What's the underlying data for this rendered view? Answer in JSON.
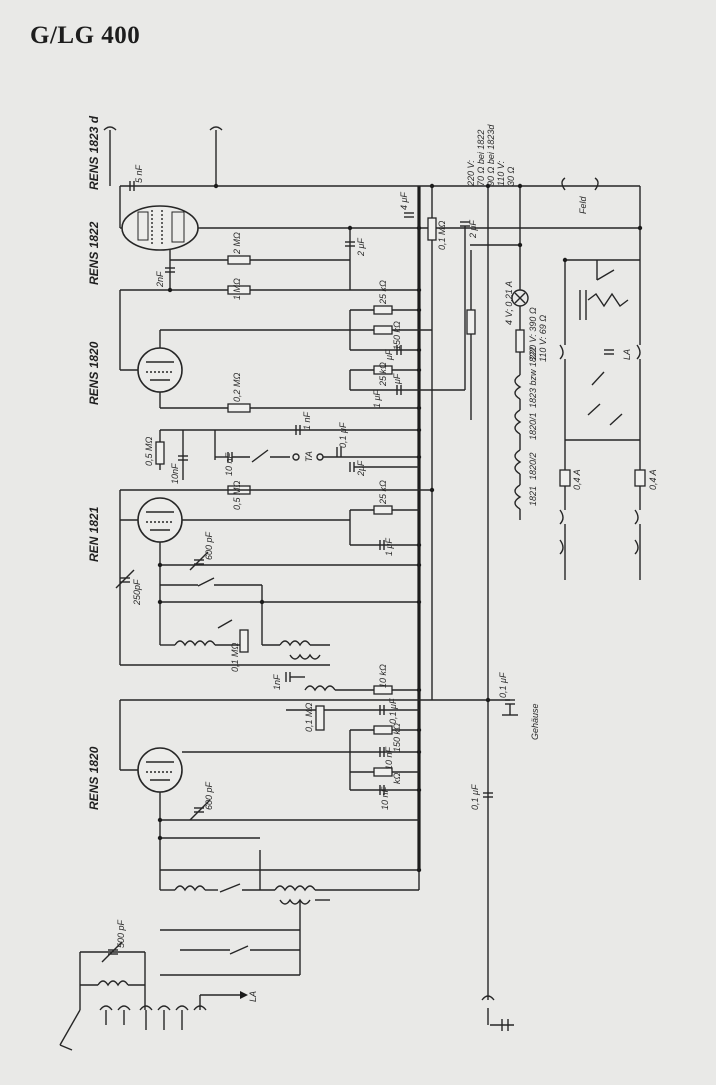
{
  "title": "G/LG 400",
  "tubes": [
    "RENS 1823 d",
    "RENS 1822",
    "RENS 1820",
    "REN 1821",
    "RENS 1820"
  ],
  "supply": {
    "voltages": [
      "220 V:",
      "70 Ω bei 1822",
      "90 Ω bei 1823d",
      "110 V:",
      "30 Ω"
    ],
    "lamp": "4 V; 0,21 A",
    "series_resistor": [
      "220 V: 390 Ω",
      "110 V: 69 Ω"
    ],
    "heaters": [
      "1823 bzw 1822",
      "1820/1",
      "1820/2",
      "1821"
    ],
    "fuses": [
      "0,4 A",
      "0,4 A"
    ],
    "field": "Feld",
    "chassis": "Gehäuse",
    "la_top": "LA",
    "la_bottom": "LA"
  },
  "component_labels": {
    "c_5nF": "5 nF",
    "c_2nF": "2nF",
    "r_2M": "2 MΩ",
    "c_2uF_a": "2 μF",
    "c_4uF": "4 μF",
    "r_01M_a": "0,1 MΩ",
    "c_2uF_b": "2 μF",
    "r_1M": "1 MΩ",
    "r_25k_a": "25 kΩ",
    "r_150k_a": "150 kΩ",
    "c_uF_a": "μF",
    "r_25k_b": "25 kΩ",
    "c_uF_b": "μF",
    "c_1uF_a": "1 μF",
    "r_02M": "0,2 MΩ",
    "r_05M": "0,5 MΩ",
    "c_10nF_a": "10nF",
    "c_10nF_b": "10 nF",
    "c_1nF_a": "1 nF",
    "c_01uF_a": "0,1 μF",
    "c_2uF_c": "2μF",
    "ta": "TA",
    "r_05M_b": "0,5 MΩ",
    "r_25k_c": "25 kΩ",
    "c_1uF_b": "1 μF",
    "c_600pF_a": "600 pF",
    "c_250pF": "250pF",
    "r_01M_b": "0,1 MΩ",
    "c_1nF_b": "1nF",
    "r_10k_a": "10 kΩ",
    "c_01uF_b": "0,1 μF",
    "r_01M_c": "0,1 MΩ",
    "r_150k_b": "150 kΩ",
    "c_10nF_c": "10 nF",
    "r_k_c": "kΩ",
    "c_10nF_d": "10 nF",
    "c_01uF_c": "0,1 μF",
    "c_01uF_d": "0,1 μF",
    "c_600pF_b": "600 pF",
    "c_500pF": "500 pF"
  }
}
